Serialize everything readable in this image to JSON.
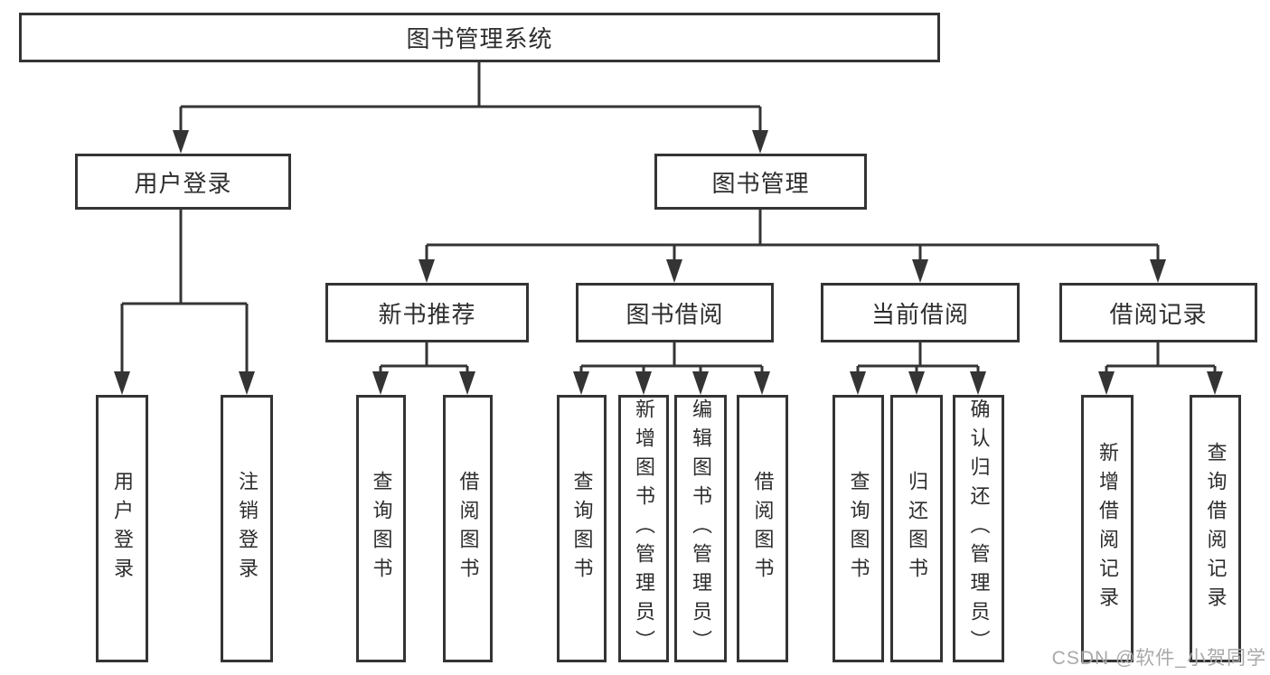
{
  "tree": {
    "root": {
      "label": "图书管理系统"
    },
    "level2": [
      {
        "label": "用户登录"
      },
      {
        "label": "图书管理"
      }
    ],
    "level3": [
      {
        "label": "新书推荐"
      },
      {
        "label": "图书借阅"
      },
      {
        "label": "当前借阅"
      },
      {
        "label": "借阅记录"
      }
    ],
    "leaves": [
      {
        "label": "用户登录"
      },
      {
        "label": "注销登录"
      },
      {
        "label": "查询图书"
      },
      {
        "label": "借阅图书"
      },
      {
        "label": "查询图书"
      },
      {
        "label": "新增图书（管理员）"
      },
      {
        "label": "编辑图书（管理员）"
      },
      {
        "label": "借阅图书"
      },
      {
        "label": "查询图书"
      },
      {
        "label": "归还图书"
      },
      {
        "label": "确认归还（管理员）"
      },
      {
        "label": "新增借阅记录"
      },
      {
        "label": "查询借阅记录"
      }
    ]
  },
  "watermark": {
    "text": "CSDN @软件_小贺同学"
  },
  "colors": {
    "line": "#343434",
    "text": "#2d2d2d",
    "watermark": "#a9a9a9",
    "background": "#ffffff"
  }
}
